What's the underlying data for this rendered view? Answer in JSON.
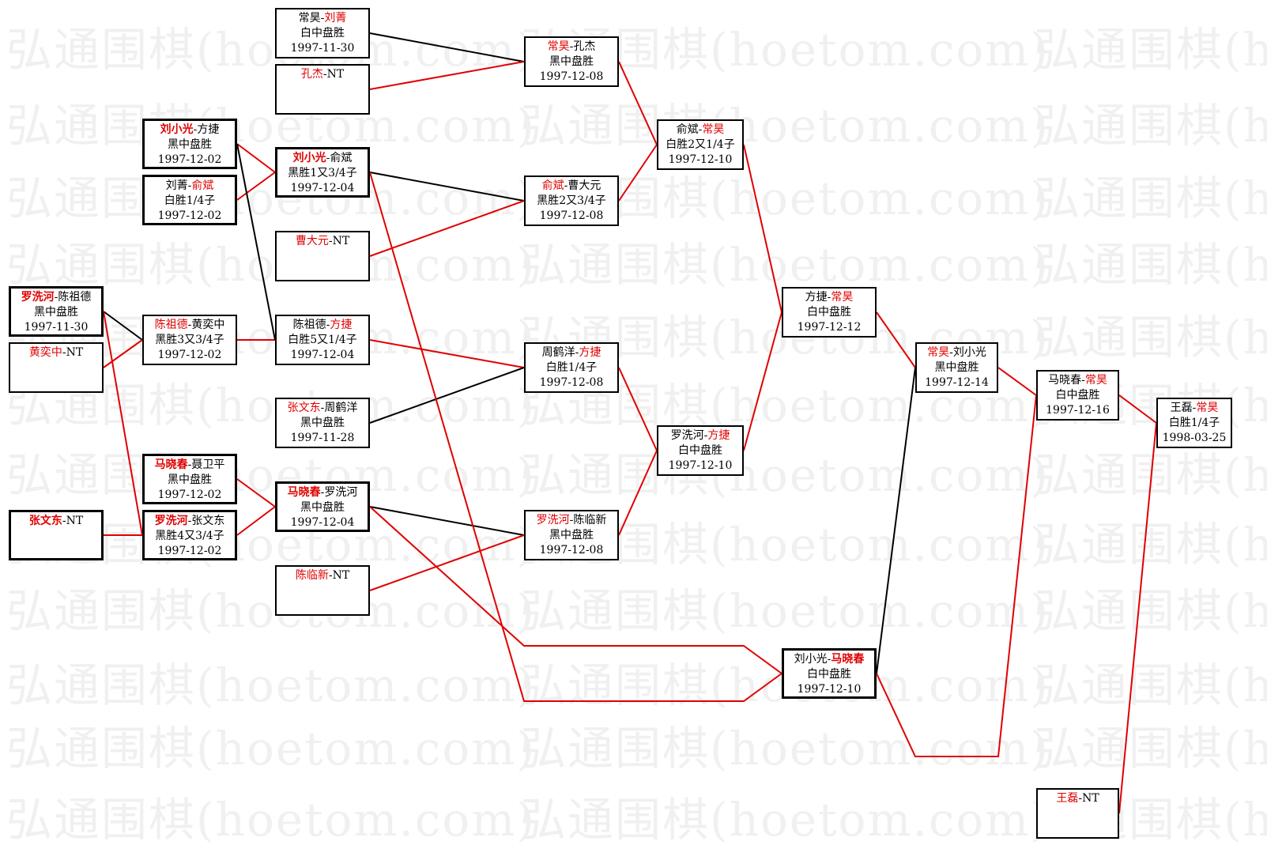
{
  "watermark": "弘通围棋(hoetom.com)",
  "colors": {
    "winner": "#e00000",
    "loser_line": "#000000",
    "win_line": "#e00000"
  },
  "boxes": [
    {
      "id": "b1",
      "p1": "常昊",
      "p2": "刘菁",
      "win": 2,
      "result": "白中盘胜",
      "date": "1997-11-30"
    },
    {
      "id": "b2",
      "p1": "孔杰",
      "p2": "NT",
      "win": 1,
      "result": "",
      "date": ""
    },
    {
      "id": "b3",
      "p1": "刘小光",
      "p2": "方捷",
      "win": 1,
      "result": "黑中盘胜",
      "date": "1997-12-02",
      "thick": true,
      "bold": true
    },
    {
      "id": "b4",
      "p1": "刘菁",
      "p2": "俞斌",
      "win": 2,
      "result": "白胜1/4子",
      "date": "1997-12-02",
      "thick": true
    },
    {
      "id": "b5",
      "p1": "刘小光",
      "p2": "俞斌",
      "win": 1,
      "result": "黑胜1又3/4子",
      "date": "1997-12-04",
      "thick": true,
      "bold": true
    },
    {
      "id": "b6",
      "p1": "曹大元",
      "p2": "NT",
      "win": 1,
      "result": "",
      "date": ""
    },
    {
      "id": "b7",
      "p1": "罗洗河",
      "p2": "陈祖德",
      "win": 1,
      "result": "黑中盘胜",
      "date": "1997-11-30",
      "thick": true,
      "bold": true
    },
    {
      "id": "b8",
      "p1": "黄奕中",
      "p2": "NT",
      "win": 1,
      "result": "",
      "date": ""
    },
    {
      "id": "b9",
      "p1": "陈祖德",
      "p2": "黄奕中",
      "win": 1,
      "result": "黑胜3又3/4子",
      "date": "1997-12-02"
    },
    {
      "id": "b10",
      "p1": "陈祖德",
      "p2": "方捷",
      "win": 2,
      "result": "白胜5又1/4子",
      "date": "1997-12-04"
    },
    {
      "id": "b11",
      "p1": "张文东",
      "p2": "周鹤洋",
      "win": 1,
      "result": "黑中盘胜",
      "date": "1997-11-28"
    },
    {
      "id": "b12",
      "p1": "马晓春",
      "p2": "聂卫平",
      "win": 1,
      "result": "黑中盘胜",
      "date": "1997-12-02",
      "thick": true,
      "bold": true
    },
    {
      "id": "b13",
      "p1": "张文东",
      "p2": "NT",
      "win": 1,
      "result": "",
      "date": "",
      "thick": true,
      "bold": true
    },
    {
      "id": "b14",
      "p1": "罗洗河",
      "p2": "张文东",
      "win": 1,
      "result": "黑胜4又3/4子",
      "date": "1997-12-02",
      "thick": true,
      "bold": true
    },
    {
      "id": "b15",
      "p1": "马晓春",
      "p2": "罗洗河",
      "win": 1,
      "result": "黑中盘胜",
      "date": "1997-12-04",
      "thick": true,
      "bold": true
    },
    {
      "id": "b16",
      "p1": "陈临新",
      "p2": "NT",
      "win": 1,
      "result": "",
      "date": ""
    },
    {
      "id": "b17",
      "p1": "常昊",
      "p2": "孔杰",
      "win": 1,
      "result": "黑中盘胜",
      "date": "1997-12-08"
    },
    {
      "id": "b18",
      "p1": "俞斌",
      "p2": "曹大元",
      "win": 1,
      "result": "黑胜2又3/4子",
      "date": "1997-12-08"
    },
    {
      "id": "b19",
      "p1": "周鹤洋",
      "p2": "方捷",
      "win": 2,
      "result": "白胜1/4子",
      "date": "1997-12-08"
    },
    {
      "id": "b20",
      "p1": "罗洗河",
      "p2": "陈临新",
      "win": 1,
      "result": "黑中盘胜",
      "date": "1997-12-08"
    },
    {
      "id": "b21",
      "p1": "俞斌",
      "p2": "常昊",
      "win": 2,
      "result": "白胜2又1/4子",
      "date": "1997-12-10"
    },
    {
      "id": "b22",
      "p1": "罗洗河",
      "p2": "方捷",
      "win": 2,
      "result": "白中盘胜",
      "date": "1997-12-10"
    },
    {
      "id": "b23",
      "p1": "方捷",
      "p2": "常昊",
      "win": 2,
      "result": "白中盘胜",
      "date": "1997-12-12"
    },
    {
      "id": "b24",
      "p1": "刘小光",
      "p2": "马晓春",
      "win": 2,
      "result": "白中盘胜",
      "date": "1997-12-10",
      "thick": true,
      "bold": true
    },
    {
      "id": "b25",
      "p1": "常昊",
      "p2": "刘小光",
      "win": 1,
      "result": "黑中盘胜",
      "date": "1997-12-14"
    },
    {
      "id": "b26",
      "p1": "马晓春",
      "p2": "常昊",
      "win": 2,
      "result": "白中盘胜",
      "date": "1997-12-16"
    },
    {
      "id": "b27",
      "p1": "王磊",
      "p2": "NT",
      "win": 1,
      "result": "",
      "date": ""
    },
    {
      "id": "b28",
      "p1": "王磊",
      "p2": "常昊",
      "win": 2,
      "result": "白胜1/4子",
      "date": "1998-03-25"
    }
  ]
}
